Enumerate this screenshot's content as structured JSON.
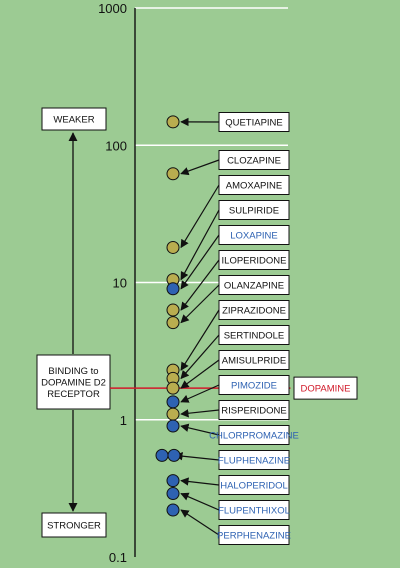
{
  "colors": {
    "background": "#9ccb93",
    "dot_olive": "#b9ad4f",
    "dot_blue": "#2e62b2",
    "label_blue": "#2e62b2",
    "label_black": "#111111",
    "dopamine_red": "#d11a2a",
    "grid": "#ffffff",
    "axis": "#111111"
  },
  "chart_data": {
    "type": "scatter",
    "title": "",
    "xlabel": "",
    "ylabel": "",
    "y_scale": "log",
    "ylim": [
      0.1,
      1000
    ],
    "y_ticks": [
      {
        "value": 1000,
        "label": "1000"
      },
      {
        "value": 100,
        "label": "100"
      },
      {
        "value": 10,
        "label": "10"
      },
      {
        "value": 1,
        "label": "1"
      },
      {
        "value": 0.1,
        "label": "0.1"
      }
    ],
    "grid": true,
    "side_panel": {
      "top_label": "WEAKER",
      "middle_label_lines": [
        "BINDING to",
        "DOPAMINE D2",
        "RECEPTOR"
      ],
      "bottom_label": "STRONGER"
    },
    "reference_line": {
      "name": "DOPAMINE",
      "value": 1.7,
      "color": "#d11a2a"
    },
    "points": [
      {
        "name": "QUETIAPINE",
        "value": 148,
        "group": "olive"
      },
      {
        "name": "CLOZAPINE",
        "value": 62,
        "group": "olive"
      },
      {
        "name": "AMOXAPINE",
        "value": 18,
        "group": "olive"
      },
      {
        "name": "SULPIRIDE",
        "value": 10.5,
        "group": "olive"
      },
      {
        "name": "LOXAPINE",
        "value": 9,
        "group": "blue"
      },
      {
        "name": "ILOPERIDONE",
        "value": 6.3,
        "group": "olive"
      },
      {
        "name": "OLANZAPINE",
        "value": 5.1,
        "group": "olive"
      },
      {
        "name": "ZIPRAZIDONE",
        "value": 2.3,
        "group": "olive"
      },
      {
        "name": "SERTINDOLE",
        "value": 2.0,
        "group": "olive"
      },
      {
        "name": "AMISULPRIDE",
        "value": 1.7,
        "group": "olive"
      },
      {
        "name": "PIMOZIDE",
        "value": 1.35,
        "group": "blue"
      },
      {
        "name": "RISPERIDONE",
        "value": 1.1,
        "group": "olive"
      },
      {
        "name": "CHLORPROMAZINE",
        "value": 0.9,
        "group": "blue"
      },
      {
        "name": "FLUPHENAZINE",
        "value": 0.55,
        "group": "blue"
      },
      {
        "name": "HALOPERIDOL",
        "value": 0.36,
        "group": "blue"
      },
      {
        "name": "FLUPENTHIXOL",
        "value": 0.29,
        "group": "blue"
      },
      {
        "name": "PERPHENAZINE",
        "value": 0.22,
        "group": "blue"
      }
    ]
  }
}
